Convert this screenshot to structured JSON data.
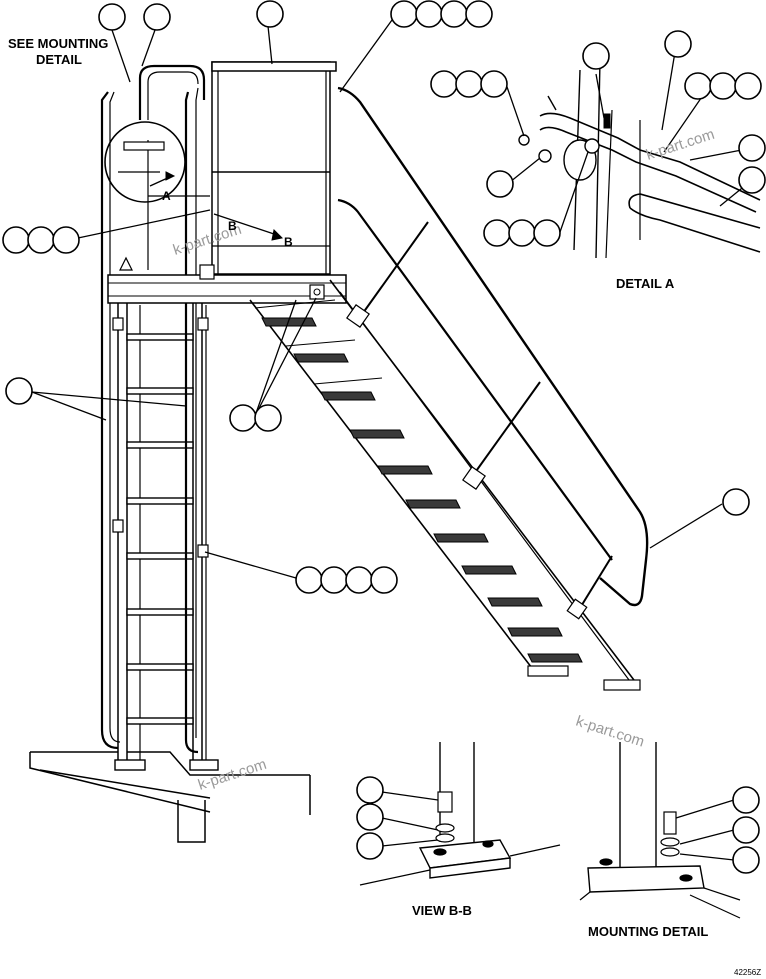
{
  "labels": {
    "see_mounting_line1": "SEE MOUNTING",
    "see_mounting_line2": "DETAIL",
    "detail_a": "DETAIL A",
    "view_bb": "VIEW B-B",
    "mounting_detail": "MOUNTING DETAIL",
    "marker_a": "A",
    "marker_b1": "B",
    "marker_b2": "B",
    "drawing_number": "42256Z"
  },
  "watermark": "k-part.com",
  "colors": {
    "line": "#000000",
    "watermark": "#9a9a9a",
    "background": "#ffffff"
  }
}
